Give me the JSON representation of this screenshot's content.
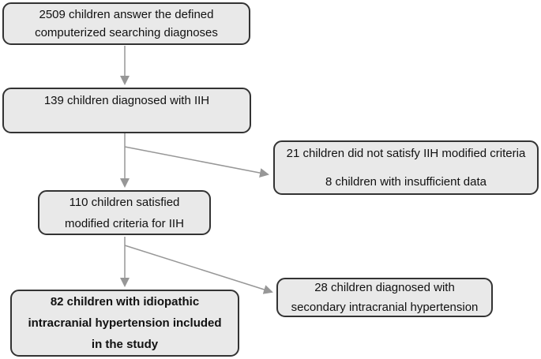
{
  "theme": {
    "background": "#ffffff",
    "box_fill": "#e9e9e9",
    "box_border": "#333333",
    "arrow_color": "#979797",
    "text_color": "#111111"
  },
  "boxes": {
    "screened": {
      "lines": [
        "2509 children answer the defined",
        "computerized searching diagnoses"
      ]
    },
    "diagnosed_iih": {
      "lines": [
        "139 children diagnosed with IIH"
      ]
    },
    "excluded": {
      "lines": [
        "21 children did not satisfy IIH modified criteria",
        "8 children with insufficient data"
      ]
    },
    "satisfied_criteria": {
      "lines": [
        "110 children satisfied",
        "modified criteria for IIH"
      ]
    },
    "secondary_hypertension": {
      "lines": [
        "28 children diagnosed with",
        "secondary intracranial hypertension"
      ]
    },
    "included_study": {
      "lines": [
        "82 children with idiopathic",
        "intracranial hypertension included",
        "in the study"
      ],
      "emphasis": "bold"
    }
  },
  "arrows": [
    {
      "from": "screened",
      "to": "diagnosed_iih",
      "direction": "down"
    },
    {
      "from": "diagnosed_iih",
      "to": "satisfied_criteria",
      "direction": "down"
    },
    {
      "from": "diagnosed_iih",
      "to": "excluded",
      "direction": "diagonal-right"
    },
    {
      "from": "satisfied_criteria",
      "to": "included_study",
      "direction": "down"
    },
    {
      "from": "satisfied_criteria",
      "to": "secondary_hypertension",
      "direction": "diagonal-right"
    }
  ]
}
